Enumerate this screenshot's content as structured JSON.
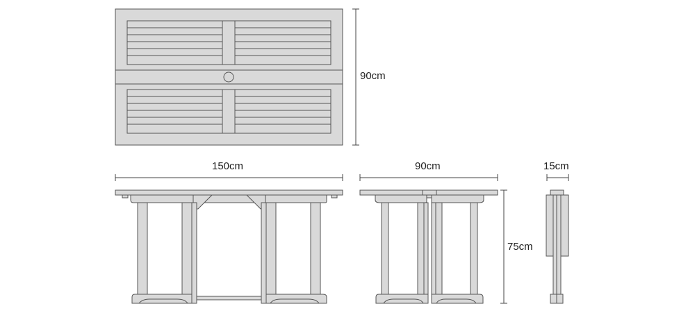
{
  "dimensions": {
    "top_depth": "90cm",
    "front_width": "150cm",
    "side_depth": "90cm",
    "folded_depth": "15cm",
    "height": "75cm"
  },
  "colors": {
    "wood_fill": "#d9d9d9",
    "outline": "#555555"
  }
}
